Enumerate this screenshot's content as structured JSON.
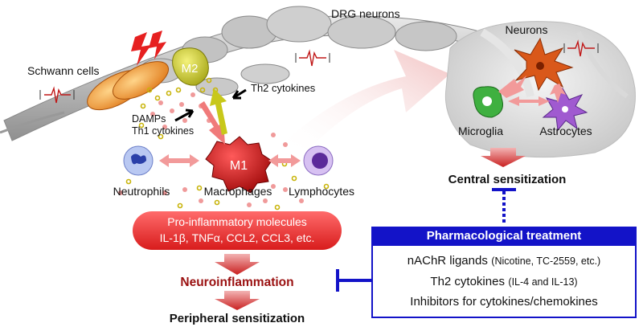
{
  "labels": {
    "drg_neurons": "DRG neurons",
    "schwann_cells": "Schwann cells",
    "m2": "M2",
    "m1": "M1",
    "th2_cytokines": "Th2 cytokines",
    "damps": "DAMPs",
    "th1_cytokines": "Th1 cytokines",
    "neutrophils": "Neutrophils",
    "macrophages": "Macrophages",
    "lymphocytes": "Lymphocytes",
    "neurons": "Neurons",
    "microglia": "Microglia",
    "astrocytes": "Astrocytes",
    "central_sensitization": "Central sensitization",
    "neuroinflammation": "Neuroinflammation",
    "peripheral_sensitization": "Peripheral sensitization"
  },
  "pro_inflammatory": {
    "line1": "Pro-inflammatory molecules",
    "line2": "IL-1β, TNFα, CCL2, CCL3, etc."
  },
  "pharma": {
    "title": "Pharmacological treatment",
    "item1_main": "nAChR ligands",
    "item1_detail": "(Nicotine, TC-2559, etc.)",
    "item2_main": "Th2 cytokines",
    "item2_detail": "(IL-4 and IL-13)",
    "item3_main": "Inhibitors for cytokines/chemokines"
  },
  "colors": {
    "accent_blue": "#1313c8",
    "red": "#e02020",
    "dark_red": "#9a1010"
  }
}
